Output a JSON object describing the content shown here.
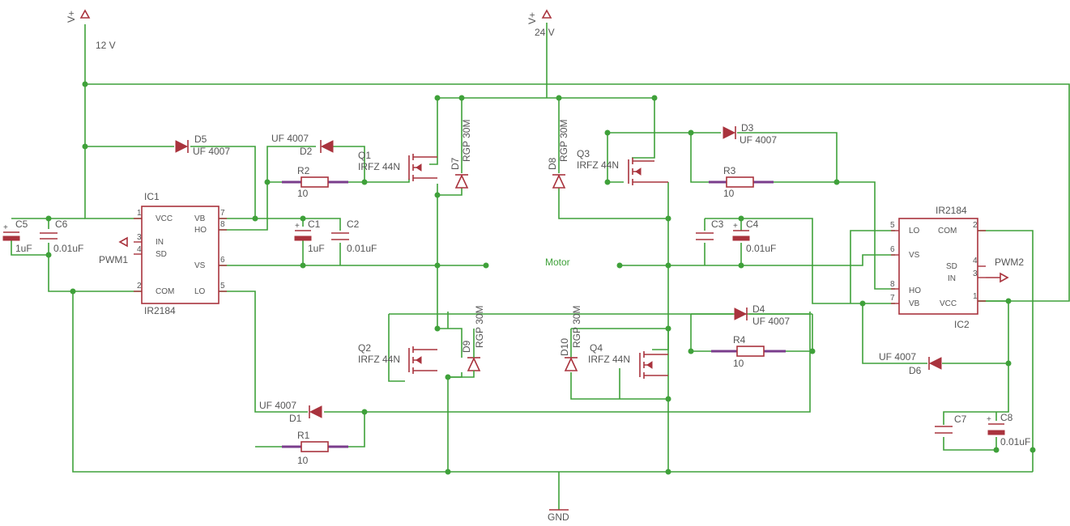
{
  "rails": {
    "v12_symbol": "V+",
    "v12_label": "12 V",
    "v24_symbol": "V+",
    "v24_label": "24 V",
    "gnd_label": "GND"
  },
  "motor_label": "Motor",
  "ic1": {
    "ref": "IC1",
    "part": "IR2184",
    "pins": {
      "vcc": "VCC",
      "in": "IN",
      "sd": "SD",
      "com": "COM",
      "vb": "VB",
      "ho": "HO",
      "vs": "VS",
      "lo": "LO"
    },
    "pin_numbers": {
      "p1": "1",
      "p2": "2",
      "p3": "3",
      "p4": "4",
      "p5": "5",
      "p6": "6",
      "p7": "7",
      "p8": "8"
    }
  },
  "ic2": {
    "ref": "IC2",
    "part": "IR2184",
    "pins": {
      "lo": "LO",
      "vs": "VS",
      "ho": "HO",
      "vb": "VB",
      "com": "COM",
      "sd": "SD",
      "in": "IN",
      "vcc": "VCC"
    },
    "pin_numbers": {
      "p1": "1",
      "p2": "2",
      "p3": "3",
      "p4": "4",
      "p5": "5",
      "p6": "6",
      "p7": "7",
      "p8": "8"
    }
  },
  "pwm1": "PWM1",
  "pwm2": "PWM2",
  "mosfets": {
    "q1": {
      "ref": "Q1",
      "value": "IRFZ 44N"
    },
    "q2": {
      "ref": "Q2",
      "value": "IRFZ 44N"
    },
    "q3": {
      "ref": "Q3",
      "value": "IRFZ 44N"
    },
    "q4": {
      "ref": "Q4",
      "value": "IRFZ 44N"
    }
  },
  "diodes": {
    "d1": {
      "ref": "D1",
      "value": "UF 4007"
    },
    "d2": {
      "ref": "D2",
      "value": "UF 4007"
    },
    "d3": {
      "ref": "D3",
      "value": "UF 4007"
    },
    "d4": {
      "ref": "D4",
      "value": "UF 4007"
    },
    "d5": {
      "ref": "D5",
      "value": "UF 4007"
    },
    "d6": {
      "ref": "D6",
      "value": "UF 4007"
    },
    "d7": {
      "ref": "D7",
      "value": "RGP 30M"
    },
    "d8": {
      "ref": "D8",
      "value": "RGP 30M"
    },
    "d9": {
      "ref": "D9",
      "value": "RGP 30M"
    },
    "d10": {
      "ref": "D10",
      "value": "RGP 30M"
    }
  },
  "resistors": {
    "r1": {
      "ref": "R1",
      "value": "10"
    },
    "r2": {
      "ref": "R2",
      "value": "10"
    },
    "r3": {
      "ref": "R3",
      "value": "10"
    },
    "r4": {
      "ref": "R4",
      "value": "10"
    }
  },
  "capacitors": {
    "c1": {
      "ref": "C1",
      "value": "1uF"
    },
    "c2": {
      "ref": "C2",
      "value": "0.01uF"
    },
    "c3": {
      "ref": "C3",
      "value": ""
    },
    "c4": {
      "ref": "C4",
      "value": "0.01uF"
    },
    "c5": {
      "ref": "C5",
      "value": "1uF"
    },
    "c6": {
      "ref": "C6",
      "value": "0.01uF"
    },
    "c7": {
      "ref": "C7",
      "value": ""
    },
    "c8": {
      "ref": "C8",
      "value": "0.01uF"
    }
  },
  "colors": {
    "wire": "#3fa13a",
    "component": "#a9333d",
    "resistor_lead": "#7a3d8c",
    "label_text": "#555555",
    "background": "#ffffff"
  }
}
